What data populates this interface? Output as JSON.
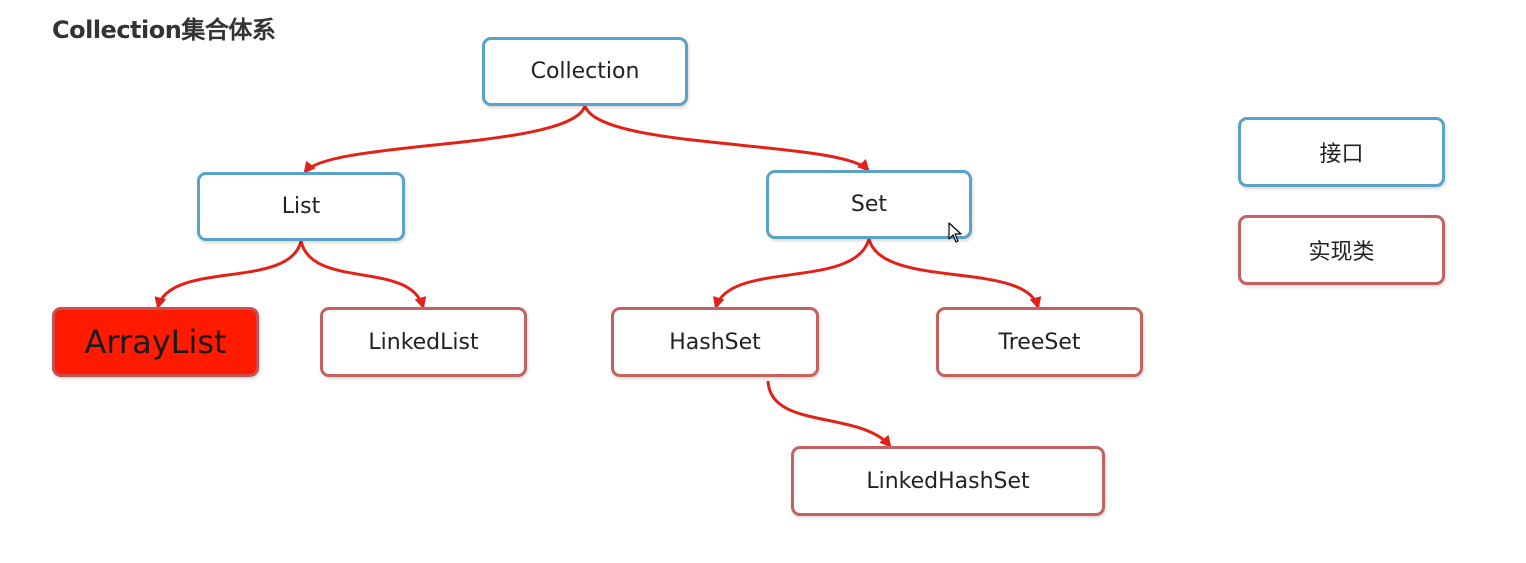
{
  "title": "Collection集合体系",
  "nodes": {
    "collection": {
      "label": "Collection",
      "kind": "interface"
    },
    "list": {
      "label": "List",
      "kind": "interface"
    },
    "set": {
      "label": "Set",
      "kind": "interface"
    },
    "arraylist": {
      "label": "ArrayList",
      "kind": "implementation",
      "highlighted": true
    },
    "linkedlist": {
      "label": "LinkedList",
      "kind": "implementation"
    },
    "hashset": {
      "label": "HashSet",
      "kind": "implementation"
    },
    "treeset": {
      "label": "TreeSet",
      "kind": "implementation"
    },
    "linkedhashset": {
      "label": "LinkedHashSet",
      "kind": "implementation"
    }
  },
  "edges": [
    {
      "from": "collection",
      "to": "list"
    },
    {
      "from": "collection",
      "to": "set"
    },
    {
      "from": "list",
      "to": "arraylist"
    },
    {
      "from": "list",
      "to": "linkedlist"
    },
    {
      "from": "set",
      "to": "hashset"
    },
    {
      "from": "set",
      "to": "treeset"
    },
    {
      "from": "hashset",
      "to": "linkedhashset"
    }
  ],
  "legend": {
    "interface_label": "接口",
    "implementation_label": "实现类"
  },
  "colors": {
    "interface_border": "#5aa2c8",
    "implementation_border": "#c46262",
    "edge": "#e32119",
    "highlight_fill": "#ff1a00"
  }
}
